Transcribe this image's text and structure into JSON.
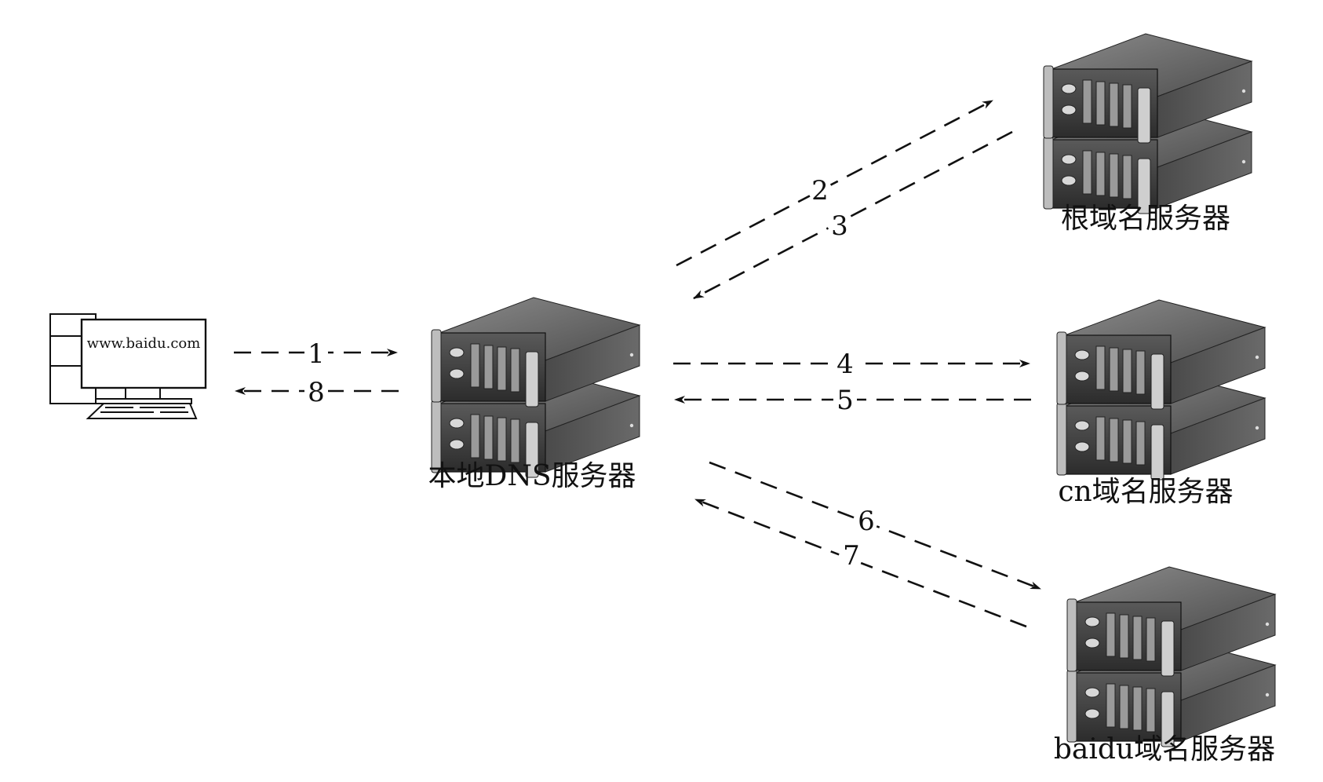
{
  "client": {
    "screen_text": "www.baidu.com",
    "icon": "desktop-computer-icon"
  },
  "servers": {
    "local": {
      "label": "本地DNS服务器",
      "icon": "server-icon"
    },
    "root": {
      "label": "根域名服务器",
      "icon": "server-icon"
    },
    "cn": {
      "label": "cn域名服务器",
      "icon": "server-icon"
    },
    "baidu": {
      "label": "baidu域名服务器",
      "icon": "server-icon"
    }
  },
  "steps": [
    "1",
    "2",
    "3",
    "4",
    "5",
    "6",
    "7",
    "8"
  ],
  "colors": {
    "line": "#111111",
    "server_top": "#6a6a6a",
    "server_front": "#3a3a3a"
  }
}
